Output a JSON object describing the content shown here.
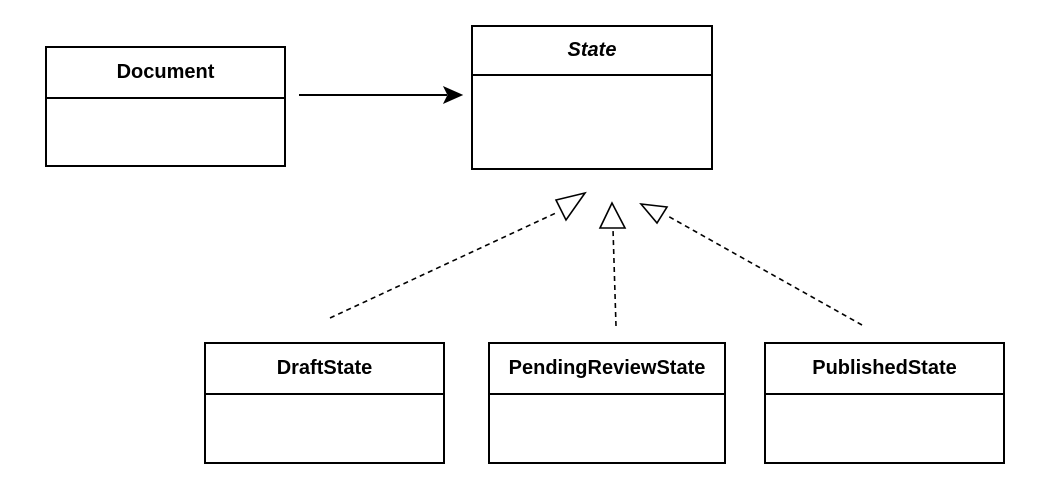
{
  "classes": {
    "document": {
      "name": "Document"
    },
    "state": {
      "name": "State",
      "abstract": true
    },
    "draft": {
      "name": "DraftState"
    },
    "pending": {
      "name": "PendingReviewState"
    },
    "published": {
      "name": "PublishedState"
    }
  },
  "relations": [
    {
      "from": "Document",
      "to": "State",
      "kind": "association"
    },
    {
      "from": "DraftState",
      "to": "State",
      "kind": "realization"
    },
    {
      "from": "PendingReviewState",
      "to": "State",
      "kind": "realization"
    },
    {
      "from": "PublishedState",
      "to": "State",
      "kind": "realization"
    }
  ],
  "colors": {
    "stroke": "#000000",
    "fill": "#ffffff"
  }
}
